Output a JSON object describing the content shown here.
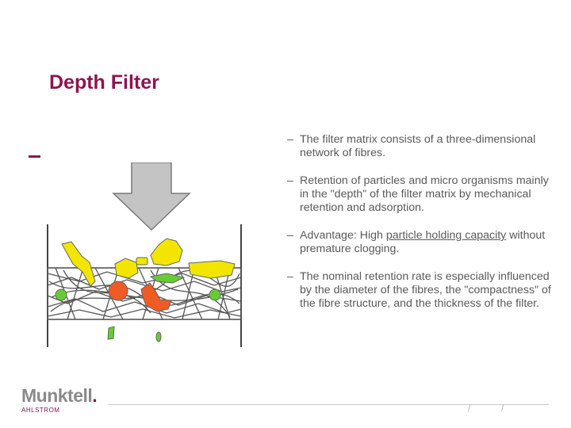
{
  "slide": {
    "title": "Depth Filter",
    "bullets": [
      {
        "dash": "–",
        "pre": "The filter matrix consists of a three-dimensional network of fibres.",
        "u": "",
        "post": ""
      },
      {
        "dash": "–",
        "pre": "Retention of particles and micro organisms mainly in the \"depth\" of the filter matrix by mechanical retention and adsorption.",
        "u": "",
        "post": ""
      },
      {
        "dash": "–",
        "pre": "Advantage: High ",
        "u": "particle holding capacity",
        "post": " without premature clogging."
      },
      {
        "dash": "–",
        "pre": "The nominal retention rate is especially influenced by the diameter of the fibres, the \"compactness\" of the fibre structure, and the thickness of the filter.",
        "u": "",
        "post": ""
      }
    ]
  },
  "logo": {
    "name": "Munktell",
    "dot": ".",
    "sub": "AHLSTROM"
  },
  "footer": {
    "slash1": "/",
    "slash2": "/"
  },
  "colors": {
    "accent": "#8c1550",
    "text": "#5a5a5a",
    "arrow": "#c4c4c4",
    "yellow": "#f2e600",
    "orange": "#f05a24",
    "green": "#66cc33",
    "fibre": "#555555"
  },
  "icons": {
    "arrow": "down-arrow-icon"
  }
}
